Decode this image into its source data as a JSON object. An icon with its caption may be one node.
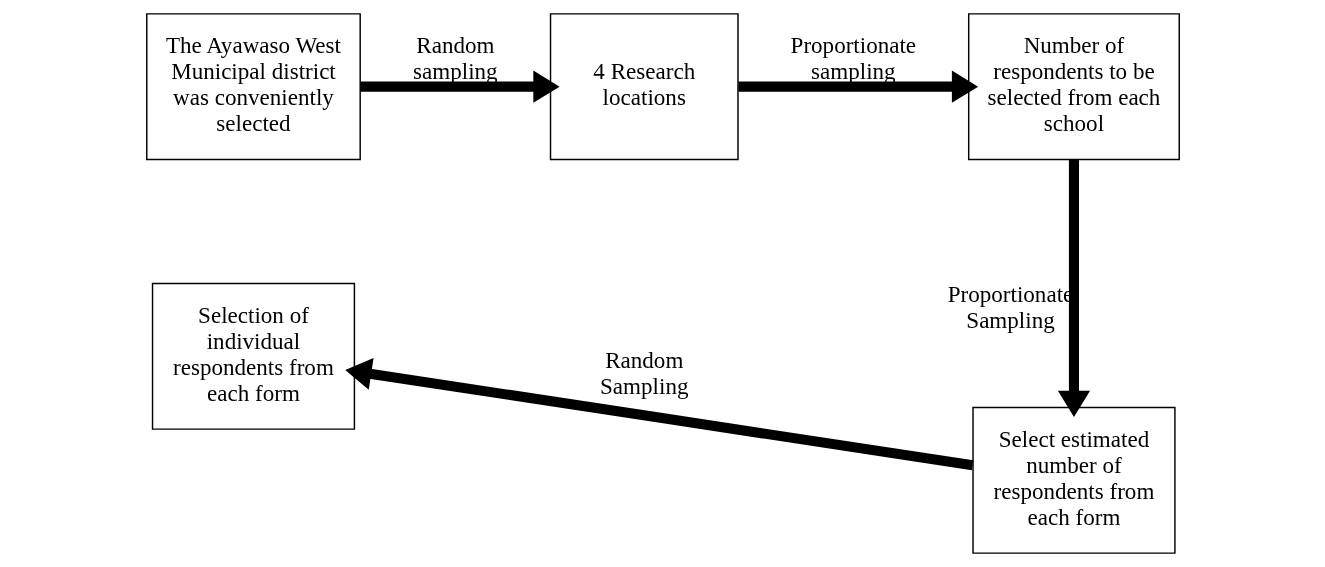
{
  "diagram": {
    "nodes": [
      {
        "text": [
          "The Ayawaso West Municipal district was conveniently selected"
        ]
      },
      {
        "text": [
          "4 Research locations"
        ]
      },
      {
        "text": [
          "Number of respondents to be selected from each school"
        ]
      },
      {
        "text": [
          "Select estimated number of respondents from each form"
        ]
      },
      {
        "text": [
          "Selection of individual respondents from each form"
        ]
      }
    ],
    "edges": [
      {
        "from": 0,
        "to": 1,
        "arrow": "to",
        "label": "Random sampling"
      },
      {
        "from": 1,
        "to": 2,
        "arrow": "to",
        "label": "Proportionate sampling"
      },
      {
        "from": 2,
        "to": 3,
        "arrow": "to",
        "label": "Proportionate Sampling"
      },
      {
        "from": 3,
        "to": 4,
        "arrow": "to",
        "label": "Random Sampling"
      }
    ]
  }
}
